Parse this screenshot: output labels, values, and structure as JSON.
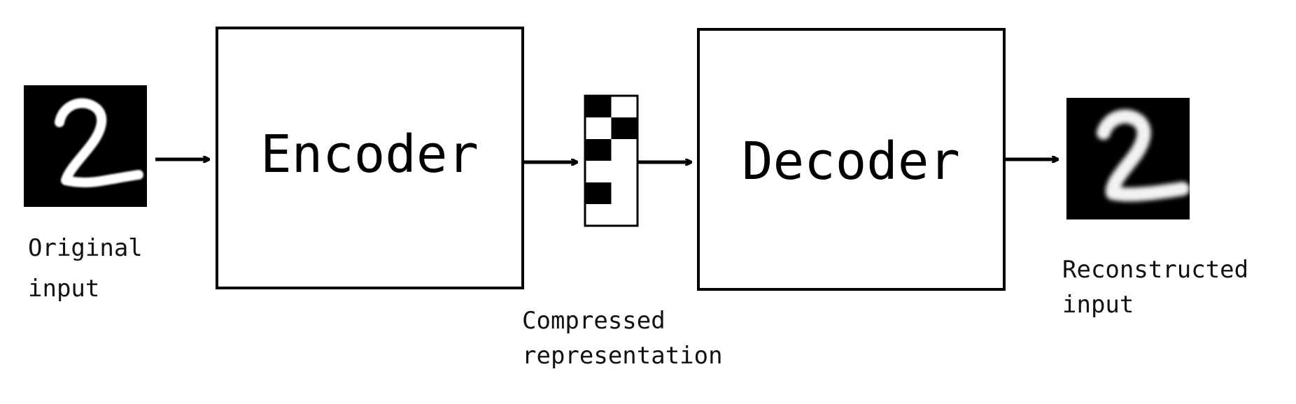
{
  "diagram": {
    "nodes": {
      "original_input": {
        "caption_lines": [
          "Original",
          "input"
        ]
      },
      "encoder": {
        "label": "Encoder"
      },
      "compressed": {
        "caption_lines": [
          "Compressed",
          "representation"
        ],
        "code_pattern": [
          [
            1,
            0
          ],
          [
            0,
            1
          ],
          [
            1,
            0
          ],
          [
            0,
            0
          ],
          [
            1,
            0
          ],
          [
            0,
            0
          ]
        ]
      },
      "decoder": {
        "label": "Decoder"
      },
      "reconstructed_input": {
        "caption_lines": [
          "Reconstructed",
          "input"
        ]
      }
    },
    "edges": [
      {
        "from": "original_input",
        "to": "encoder"
      },
      {
        "from": "encoder",
        "to": "compressed"
      },
      {
        "from": "compressed",
        "to": "decoder"
      },
      {
        "from": "decoder",
        "to": "reconstructed_input"
      }
    ]
  },
  "colors": {
    "stroke": "#000000",
    "background": "#ffffff",
    "image_bg": "#000000",
    "digit": "#ffffff"
  },
  "icons": {
    "original_image": "handwritten-digit-2-icon",
    "reconstructed_image": "handwritten-digit-2-icon"
  }
}
